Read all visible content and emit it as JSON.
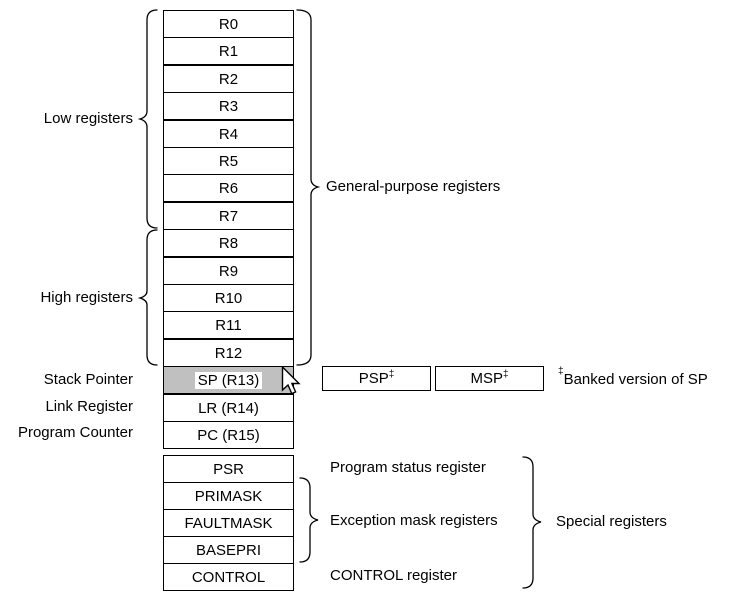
{
  "colors": {
    "background": "#ffffff",
    "line": "#000000",
    "sp_highlight": "#c0c0c0"
  },
  "registers": {
    "general": [
      "R0",
      "R1",
      "R2",
      "R3",
      "R4",
      "R5",
      "R6",
      "R7",
      "R8",
      "R9",
      "R10",
      "R11",
      "R12"
    ],
    "sp": "SP (R13)",
    "lr": "LR (R14)",
    "pc": "PC (R15)",
    "special": [
      "PSR",
      "PRIMASK",
      "FAULTMASK",
      "BASEPRI",
      "CONTROL"
    ]
  },
  "banked": {
    "psp": "PSP",
    "msp": "MSP",
    "dagger": "‡",
    "note": "Banked version of SP"
  },
  "labels": {
    "low": "Low registers",
    "high": "High registers",
    "stack_pointer": "Stack Pointer",
    "link_register": "Link Register",
    "program_counter": "Program Counter",
    "general_purpose": "General-purpose registers",
    "program_status": "Program status register",
    "exception_mask": "Exception mask registers",
    "control_register": "CONTROL register",
    "special_registers": "Special registers"
  }
}
